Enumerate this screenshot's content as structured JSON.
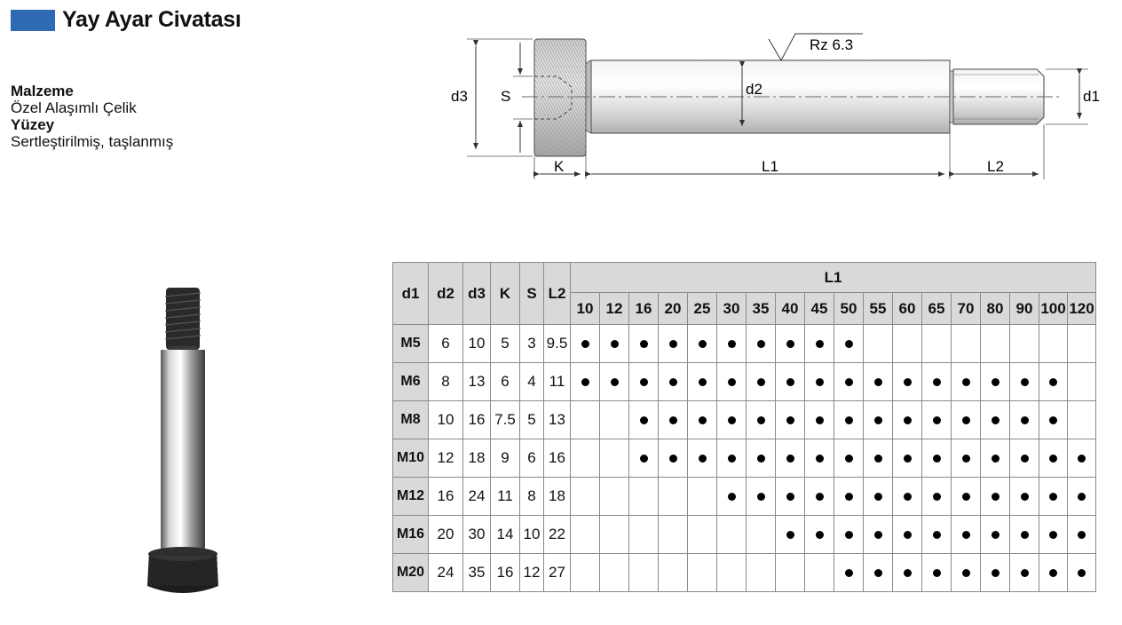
{
  "header": {
    "title": "Yay Ayar Civatası",
    "accent": "#2f6bb5"
  },
  "info": {
    "material_label": "Malzeme",
    "material_value": "Özel Alaşımlı Çelik",
    "surface_label": "Yüzey",
    "surface_value": "Sertleştirilmiş, taşlanmış"
  },
  "drawing": {
    "rz": "Rz 6.3",
    "d3": "d3",
    "s": "S",
    "d2": "d2",
    "d1": "d1",
    "k": "K",
    "l1": "L1",
    "l2": "L2"
  },
  "table": {
    "col_headers": [
      "d1",
      "d2",
      "d3",
      "K",
      "S",
      "L2"
    ],
    "l1_label": "L1",
    "l1_values": [
      "10",
      "12",
      "16",
      "20",
      "25",
      "30",
      "35",
      "40",
      "45",
      "50",
      "55",
      "60",
      "65",
      "70",
      "80",
      "90",
      "100",
      "120"
    ],
    "rows": [
      {
        "d1": "M5",
        "d2": "6",
        "d3": "10",
        "k": "5",
        "s": "3",
        "l2": "9.5",
        "avail": [
          1,
          1,
          1,
          1,
          1,
          1,
          1,
          1,
          1,
          1,
          0,
          0,
          0,
          0,
          0,
          0,
          0,
          0
        ]
      },
      {
        "d1": "M6",
        "d2": "8",
        "d3": "13",
        "k": "6",
        "s": "4",
        "l2": "11",
        "avail": [
          1,
          1,
          1,
          1,
          1,
          1,
          1,
          1,
          1,
          1,
          1,
          1,
          1,
          1,
          1,
          1,
          1,
          0
        ]
      },
      {
        "d1": "M8",
        "d2": "10",
        "d3": "16",
        "k": "7.5",
        "s": "5",
        "l2": "13",
        "avail": [
          0,
          0,
          1,
          1,
          1,
          1,
          1,
          1,
          1,
          1,
          1,
          1,
          1,
          1,
          1,
          1,
          1,
          0
        ]
      },
      {
        "d1": "M10",
        "d2": "12",
        "d3": "18",
        "k": "9",
        "s": "6",
        "l2": "16",
        "avail": [
          0,
          0,
          1,
          1,
          1,
          1,
          1,
          1,
          1,
          1,
          1,
          1,
          1,
          1,
          1,
          1,
          1,
          1
        ]
      },
      {
        "d1": "M12",
        "d2": "16",
        "d3": "24",
        "k": "11",
        "s": "8",
        "l2": "18",
        "avail": [
          0,
          0,
          0,
          0,
          0,
          1,
          1,
          1,
          1,
          1,
          1,
          1,
          1,
          1,
          1,
          1,
          1,
          1
        ]
      },
      {
        "d1": "M16",
        "d2": "20",
        "d3": "30",
        "k": "14",
        "s": "10",
        "l2": "22",
        "avail": [
          0,
          0,
          0,
          0,
          0,
          0,
          0,
          1,
          1,
          1,
          1,
          1,
          1,
          1,
          1,
          1,
          1,
          1
        ]
      },
      {
        "d1": "M20",
        "d2": "24",
        "d3": "35",
        "k": "16",
        "s": "12",
        "l2": "27",
        "avail": [
          0,
          0,
          0,
          0,
          0,
          0,
          0,
          0,
          0,
          1,
          1,
          1,
          1,
          1,
          1,
          1,
          1,
          1
        ]
      }
    ]
  }
}
